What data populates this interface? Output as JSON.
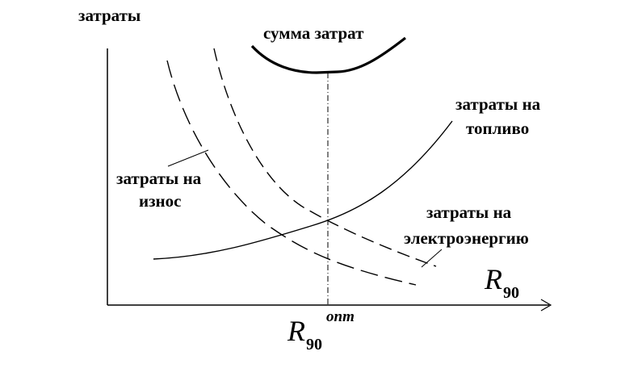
{
  "diagram": {
    "y_axis_label": "затраты",
    "x_axis_symbol": "R",
    "x_axis_subscript": "90",
    "optimum_symbol": "R",
    "optimum_subscript": "90",
    "optimum_superscript": "опт",
    "curves": {
      "total_cost": {
        "label": "сумма затрат"
      },
      "fuel_cost": {
        "label_line1": "затраты на",
        "label_line2": "топливо"
      },
      "wear_cost": {
        "label_line1": "затраты на",
        "label_line2": "износ"
      },
      "electricity_cost": {
        "label_line1": "затраты на",
        "label_line2": "электроэнергию"
      }
    }
  }
}
